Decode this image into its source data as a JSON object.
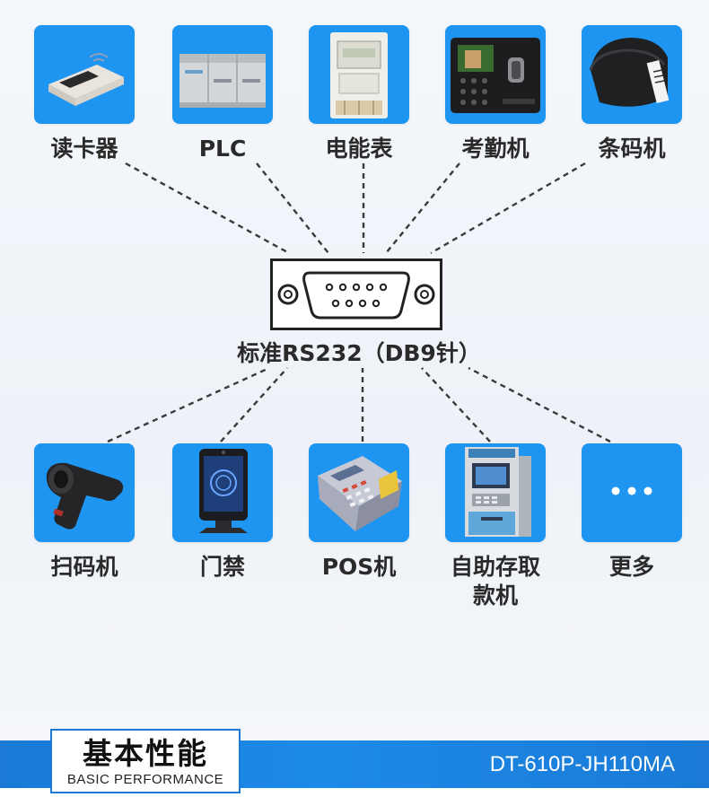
{
  "top_devices": [
    "读卡器",
    "PLC",
    "电能表",
    "考勤机",
    "条码机"
  ],
  "center": {
    "label": "标准RS232（DB9针）"
  },
  "bottom_devices": [
    "扫码机",
    "门禁",
    "POS机",
    "自助存取款机",
    "更多"
  ],
  "more_icon": "more-dots-icon",
  "colors": {
    "tile": "#1f95f2",
    "band": "#1a7ad6",
    "line": "#3a3a3a"
  },
  "footer": {
    "title_cn": "基本性能",
    "title_en": "BASIC PERFORMANCE",
    "model": "DT-610P-JH110MA"
  }
}
